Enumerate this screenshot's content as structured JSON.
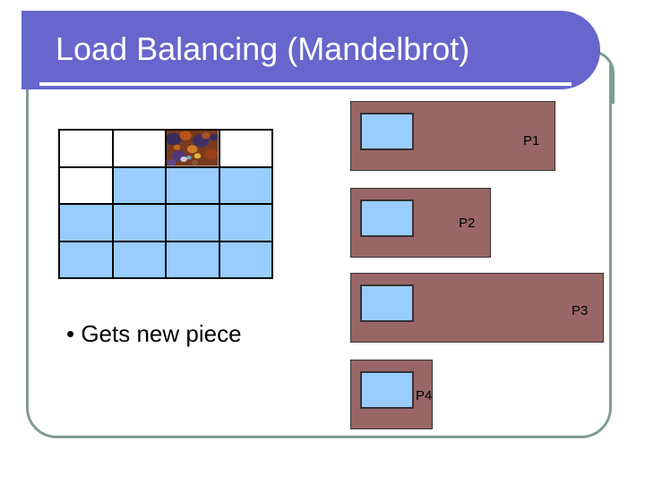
{
  "slide": {
    "title": "Load Balancing (Mandelbrot)",
    "bullet": "• Gets new piece"
  },
  "work_grid": {
    "rows": 4,
    "cols": 4,
    "cells": [
      [
        "done",
        "done",
        "fractal",
        "done"
      ],
      [
        "done",
        "todo",
        "todo",
        "todo"
      ],
      [
        "todo",
        "todo",
        "todo",
        "todo"
      ],
      [
        "todo",
        "todo",
        "todo",
        "todo"
      ]
    ]
  },
  "processors": [
    {
      "label": "P1"
    },
    {
      "label": "P2"
    },
    {
      "label": "P3"
    },
    {
      "label": "P4"
    }
  ],
  "colors": {
    "title_bar": "#6666cc",
    "processor": "#996666",
    "pending_piece": "#99ccff",
    "frame": "#7f9c96"
  }
}
